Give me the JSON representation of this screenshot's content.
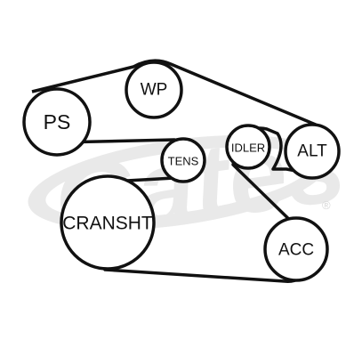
{
  "watermark": {
    "brand": "Gates",
    "registered_mark": "®",
    "color": "#e9e9e9"
  },
  "pulleys": {
    "ps": "PS",
    "wp": "WP",
    "tens": "TENS",
    "idler": "IDLER",
    "alt": "ALT",
    "cransht": "CRANSHT",
    "acc": "ACC"
  },
  "colors": {
    "stroke": "#111111",
    "background": "#ffffff"
  }
}
